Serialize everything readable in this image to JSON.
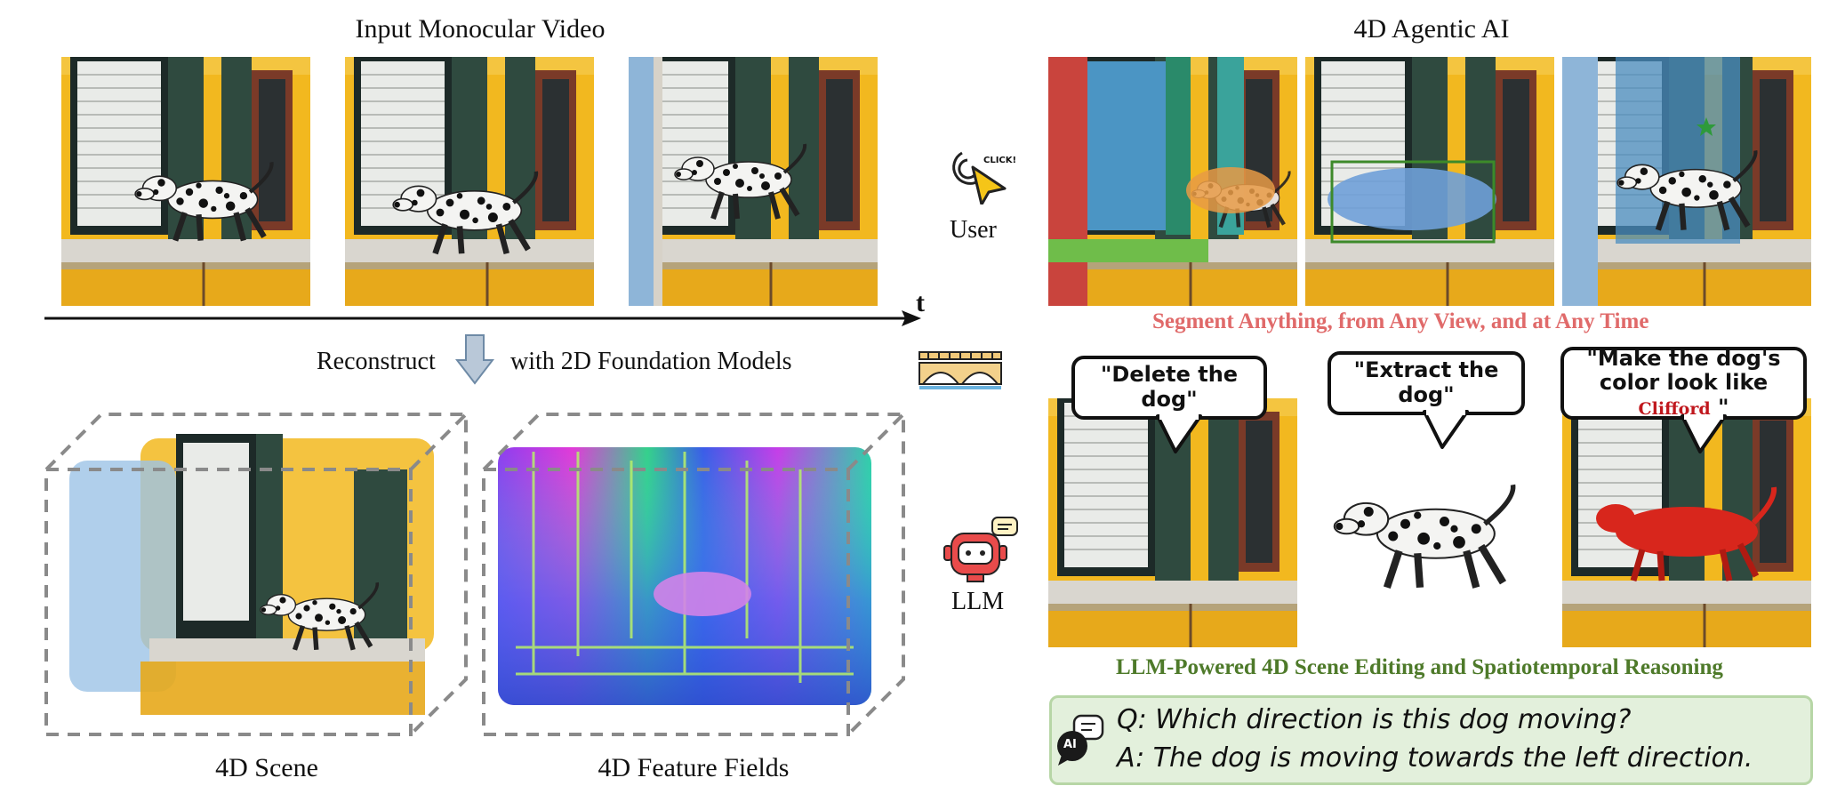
{
  "left": {
    "heading": "Input Monocular Video",
    "time_axis_label": "t",
    "reconstruct_label": "Reconstruct",
    "foundation_label": "with 2D Foundation Models",
    "scene_caption": "4D Scene",
    "feature_caption": "4D Feature Fields"
  },
  "right": {
    "heading": "4D Agentic AI",
    "user_label": "User",
    "click_badge": "CLICK!",
    "llm_label": "LLM",
    "segment_title": "Segment Anything, from Any View, and at Any Time",
    "editing_title": "LLM-Powered 4D Scene Editing and Spatiotemporal Reasoning",
    "bubbles": {
      "delete": "\"Delete the dog\"",
      "extract": "\"Extract the dog\"",
      "recolor_prefix": "\"Make the dog's color look like",
      "recolor_name": "Clifford",
      "recolor_suffix": "\""
    },
    "qa": {
      "badge": "AI",
      "question": "Q: Which direction is this dog moving?",
      "answer": "A: The dog is moving towards the left direction."
    }
  },
  "colors": {
    "wall_yellow": "#f2b81f",
    "shutter_green": "#2f4a3f",
    "segment_red": "#e06a6a",
    "editing_green": "#4e7a2a",
    "qa_bg": "#e3f0dc",
    "user_cursor": "#f5c518",
    "llm_red": "#e94b4b"
  }
}
